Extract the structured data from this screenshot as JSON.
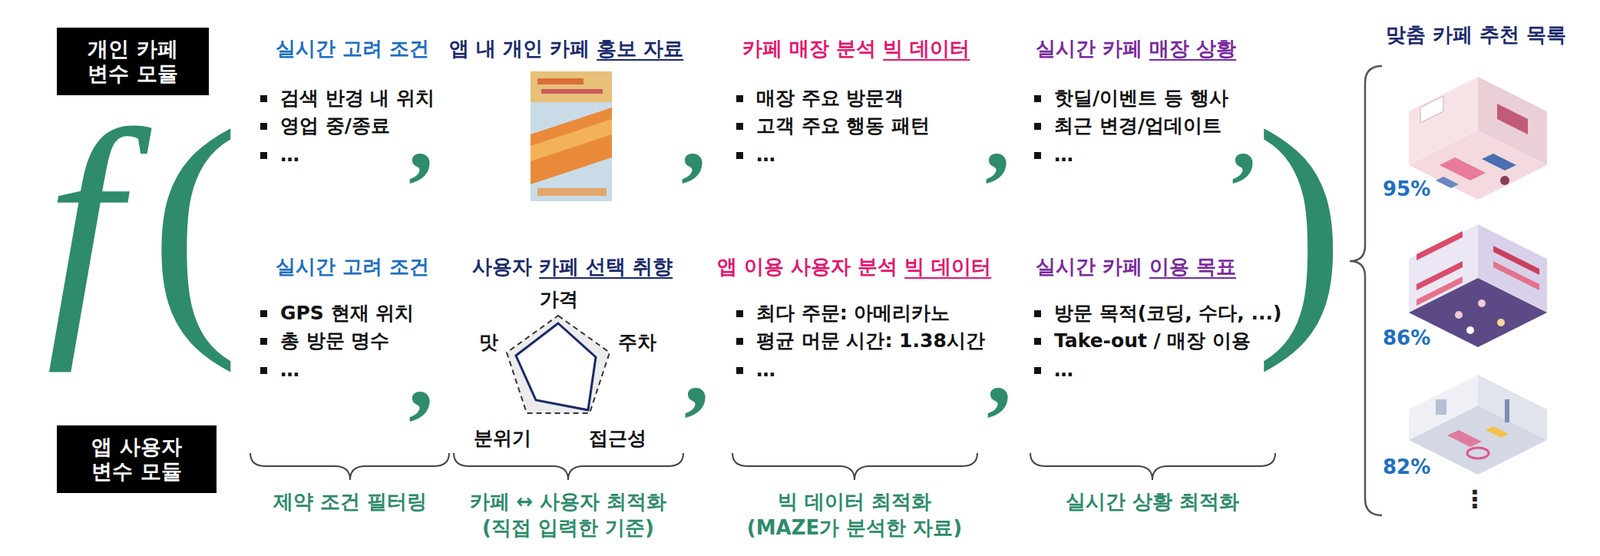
{
  "diagram": {
    "nodes": [
      {
        "text": [
          "개인 카페 변수 모듈"
        ]
      },
      {
        "text": [
          "앱 사용자 변수 모듈"
        ]
      }
    ],
    "labels": [
      "f",
      "(",
      "실시간 고려 조건",
      "검색 반경 내 위치",
      "영업 중/종료",
      "…",
      ",",
      "앱 내 개인 카페",
      "홍보 자료",
      ",",
      "카페 매장 분석",
      "빅 데이터",
      "매장 주요 방문객",
      "고객 주요 행동 패턴",
      "…",
      ",",
      "실시간 카페",
      "매장 상황",
      "핫딜/이벤트 등 행사",
      "최근 변경/업데이트",
      "…",
      ",",
      ")",
      "실시간 고려 조건",
      "GPS 현재 위치",
      "총 방문 명수",
      "…",
      ",",
      "사용자",
      "카페 선택 취향",
      "가격",
      "주차",
      "접근성",
      "분위기",
      "맛",
      ",",
      "앱 이용 사용자 분석",
      "빅 데이터",
      "최다 주문: 아메리카노",
      "평균 머문 시간: 1.38시간",
      "…",
      ",",
      "실시간 카페",
      "이용 목표",
      "방문 목적(코딩, 수다, ...)",
      "Take-out / 매장 이용",
      "…",
      "제약 조건 필터링",
      "카페 ↔ 사용자 최적화 (직접 입력한 기준)",
      "빅 데이터 최적화 (MAZE가 분석한 자료)",
      "실시간 상황 최적화",
      "맞춤 카페 추천 목록",
      "95%",
      "86%",
      "82%",
      "⋮"
    ]
  }
}
